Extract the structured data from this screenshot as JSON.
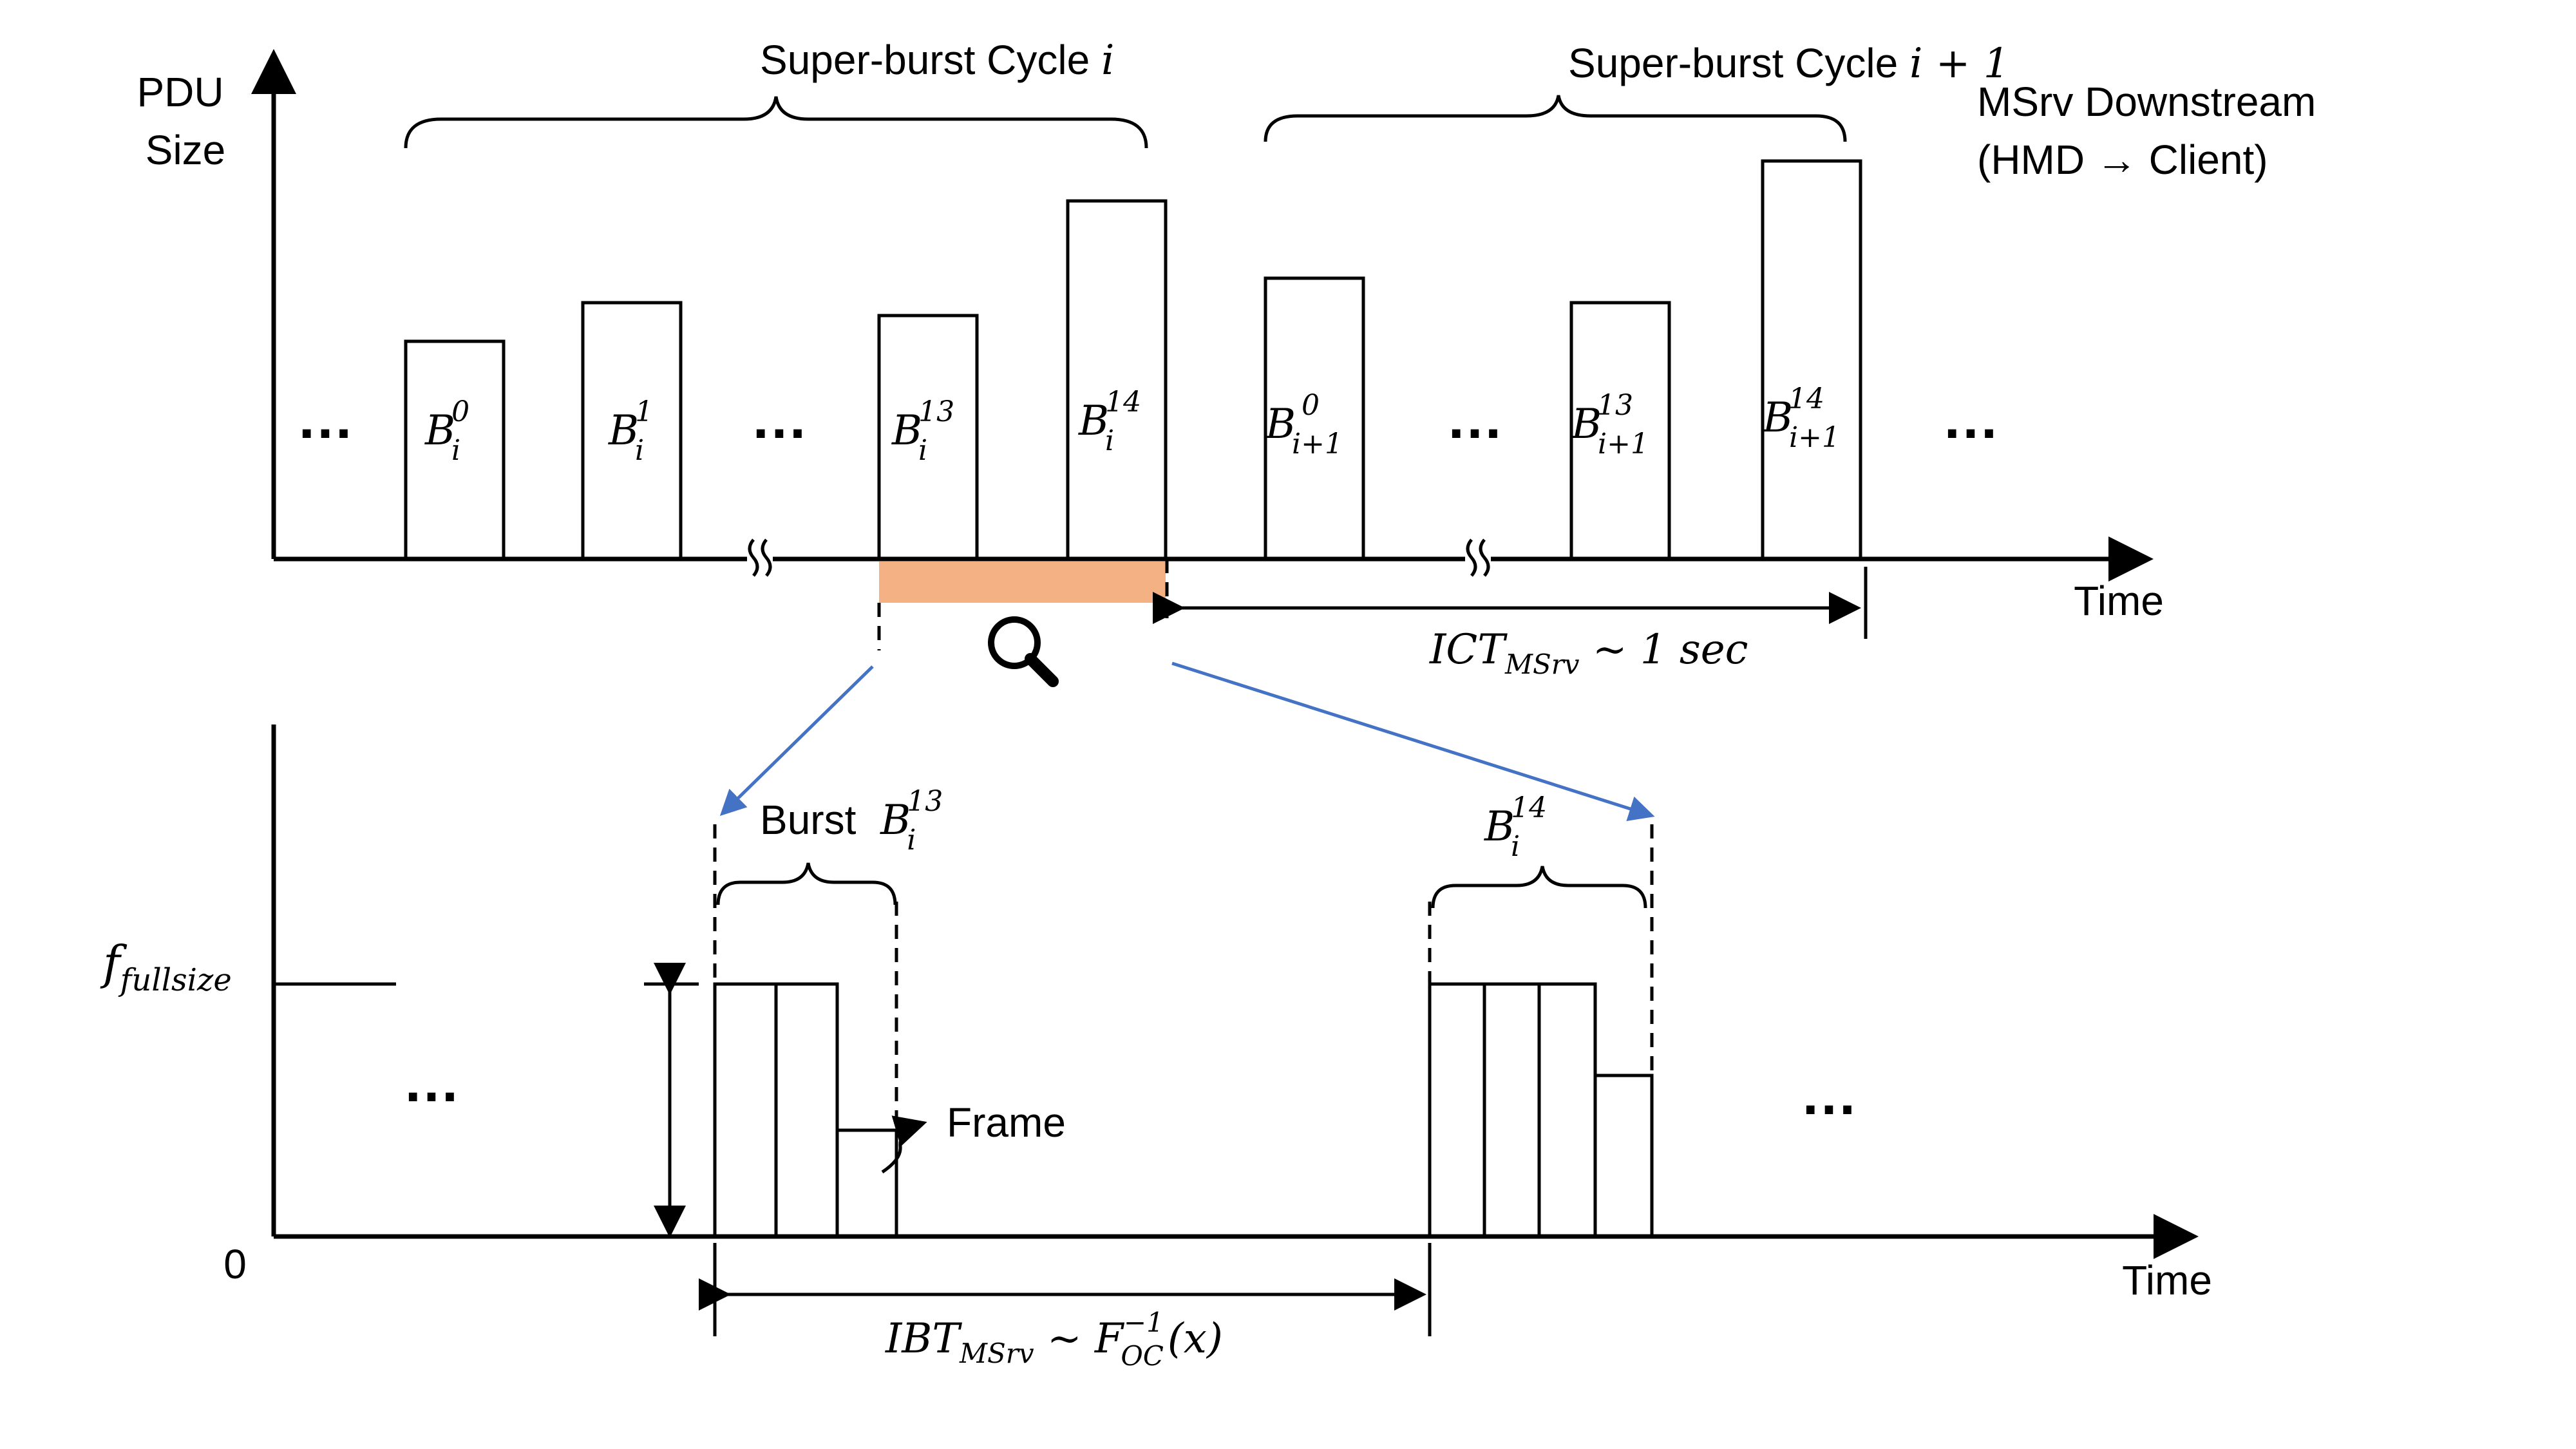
{
  "top": {
    "y_axis_label_line1": "PDU",
    "y_axis_label_line2": "Size",
    "x_axis_label": "Time",
    "title_line1": "MSrv Downstream",
    "title_line2": "(HMD → Client)",
    "cycle_i_text": "Super-burst Cycle ",
    "cycle_i_var": "i",
    "cycle_i1_text": "Super-burst Cycle ",
    "cycle_i1_var": "i + 1",
    "ellipsis": "…",
    "bursts": [
      {
        "base": "B",
        "sub": "i",
        "sup": "0",
        "highlighted": false
      },
      {
        "base": "B",
        "sub": "i",
        "sup": "1",
        "highlighted": false
      },
      {
        "base": "B",
        "sub": "i",
        "sup": "13",
        "highlighted": false
      },
      {
        "base": "B",
        "sub": "i",
        "sup": "14",
        "highlighted": true
      },
      {
        "base": "B",
        "sub": "i+1",
        "sup": "0",
        "highlighted": false
      },
      {
        "base": "B",
        "sub": "i+1",
        "sup": "13",
        "highlighted": false
      },
      {
        "base": "B",
        "sub": "i+1",
        "sup": "14",
        "highlighted": true
      }
    ],
    "ict_main": "ICT",
    "ict_sub": "MSrv",
    "ict_rest": " ~ 1 sec",
    "zoom_icon": "magnifier-icon"
  },
  "bottom": {
    "y_top_label_main": "f",
    "y_top_label_sub": "fullsize",
    "y_zero_label": "0",
    "x_axis_label": "Time",
    "burst_left_text": "Burst ",
    "burst_left_base": "B",
    "burst_left_sub": "i",
    "burst_left_sup": "13",
    "burst_right_base": "B",
    "burst_right_sub": "i",
    "burst_right_sup": "14",
    "frame_label": "Frame",
    "ellipsis": "…",
    "ibt_main": "IBT",
    "ibt_sub": "MSrv",
    "ibt_tilde": " ~ ",
    "ibt_F": "F",
    "ibt_F_sub": "OC",
    "ibt_F_sup": "−1",
    "ibt_arg": "(x)"
  },
  "colors": {
    "highlight_bar": "#FFE699",
    "zoom_region": "#F4B183",
    "arrow_blue": "#4472C4"
  }
}
